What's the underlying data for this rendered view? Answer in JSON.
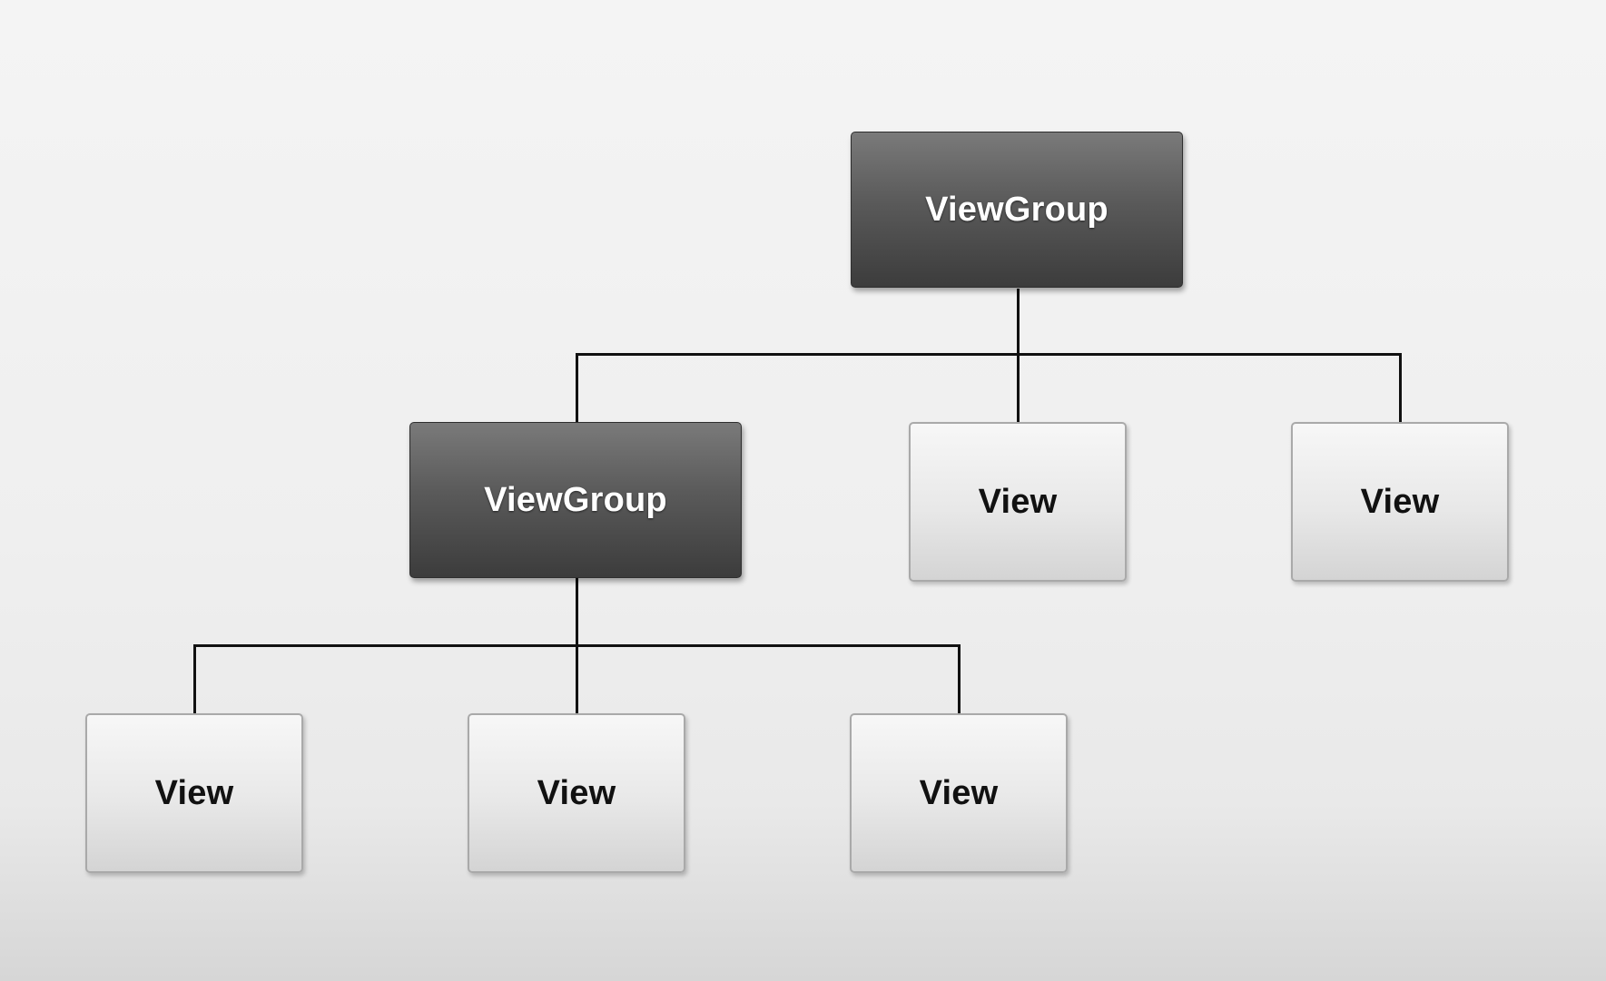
{
  "diagram": {
    "root": {
      "label": "ViewGroup",
      "kind": "group",
      "children": [
        {
          "label": "ViewGroup",
          "kind": "group",
          "children": [
            {
              "label": "View",
              "kind": "leaf"
            },
            {
              "label": "View",
              "kind": "leaf"
            },
            {
              "label": "View",
              "kind": "leaf"
            }
          ]
        },
        {
          "label": "View",
          "kind": "leaf"
        },
        {
          "label": "View",
          "kind": "leaf"
        }
      ]
    },
    "colors": {
      "group_fill_top": "#7a7a7a",
      "group_fill_bottom": "#3c3c3c",
      "leaf_fill_top": "#f7f7f7",
      "leaf_fill_bottom": "#d4d4d4",
      "connector": "#111111"
    }
  }
}
